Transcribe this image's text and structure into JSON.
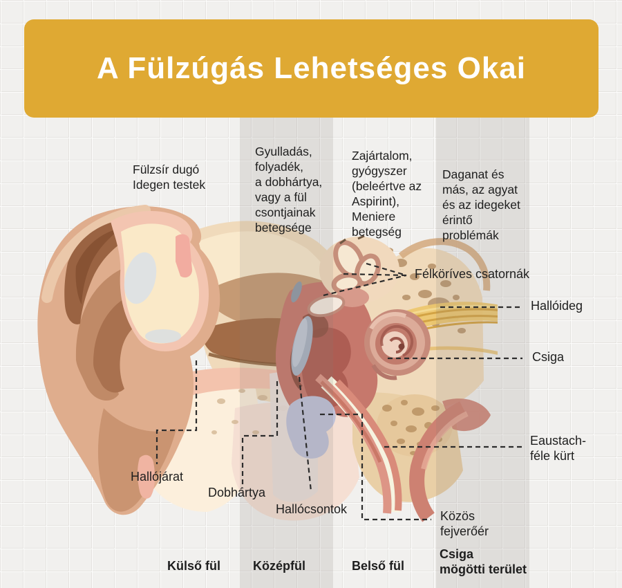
{
  "title": "A Fülzúgás Lehetséges Okai",
  "theme": {
    "banner": "#dfa933",
    "background": "#f1f0ee",
    "grid_line": "#e4e2df",
    "band": "rgba(128,125,120,0.16)",
    "text": "#1e1e1e",
    "callout_line": "#2c2c2c"
  },
  "cause_notes": {
    "outer_ear": "Fülzsír dugó\nIdegen testek",
    "middle_ear": "Gyulladás,\nfolyadék,\na dobhártya,\nvagy a fül\ncsontjainak\nbetegsége",
    "inner_ear": "Zajártalom,\ngyógyszer\n(beleértve az\n Aspirint),\nMeniere\nbetegség",
    "retro_cochlear": "Daganat és\nmás, az agyat\nés az idegeket\nérintő\nproblémák"
  },
  "anatomy_labels": {
    "semicircular_canals": "Félköríves csatornák",
    "auditory_nerve": "Hallóideg",
    "cochlea": "Csiga",
    "eustachian_tube": "Eaustach-\nféle kürt",
    "ear_canal": "Hallójárat",
    "eardrum": "Dobhártya",
    "ossicles": "Hallócsontok",
    "carotid_artery": "Közös\nfejverőér"
  },
  "region_labels": {
    "outer_ear": "Külső fül",
    "middle_ear": "Középfül",
    "inner_ear": "Belső fül",
    "retro_cochlear": "Csiga\nmögötti terület"
  }
}
